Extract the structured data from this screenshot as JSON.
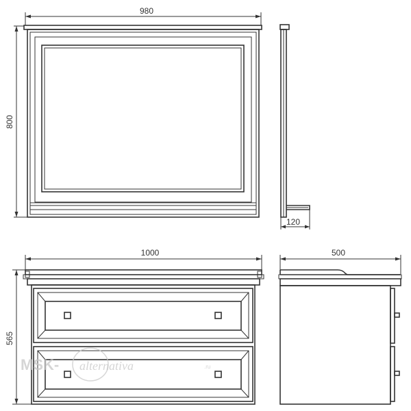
{
  "dimensions": {
    "mirror_width": "980",
    "mirror_height": "800",
    "mirror_depth": "120",
    "cabinet_width": "1000",
    "cabinet_height": "565",
    "cabinet_depth": "500"
  },
  "watermark": {
    "left": "MSK-",
    "script": "alternativa",
    "suffix": ".ru"
  },
  "colors": {
    "line": "#333333",
    "watermark": "#c8c8c8"
  }
}
